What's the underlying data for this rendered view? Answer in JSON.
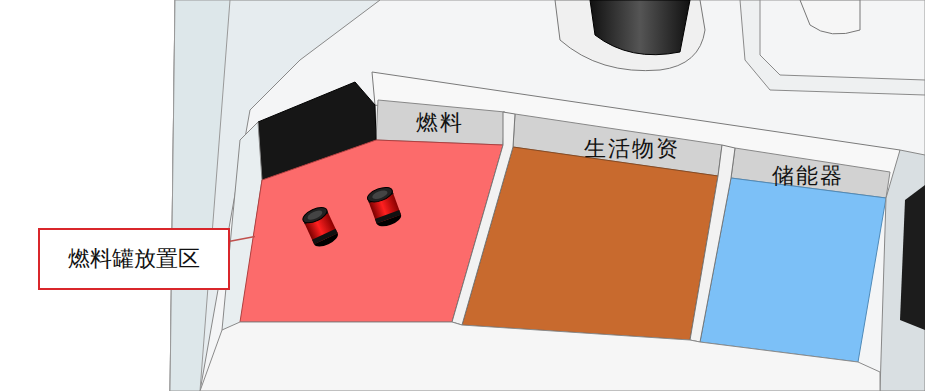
{
  "diagram": {
    "nodes": [
      {
        "text": [
          "燃料"
        ]
      },
      {
        "text": [
          "生活物资"
        ]
      },
      {
        "text": [
          "储能器"
        ]
      },
      {
        "text": [
          "燃料罐放置区"
        ]
      }
    ],
    "edges": [
      {
        "from": 3,
        "to": 0,
        "arrow": "none"
      }
    ]
  }
}
